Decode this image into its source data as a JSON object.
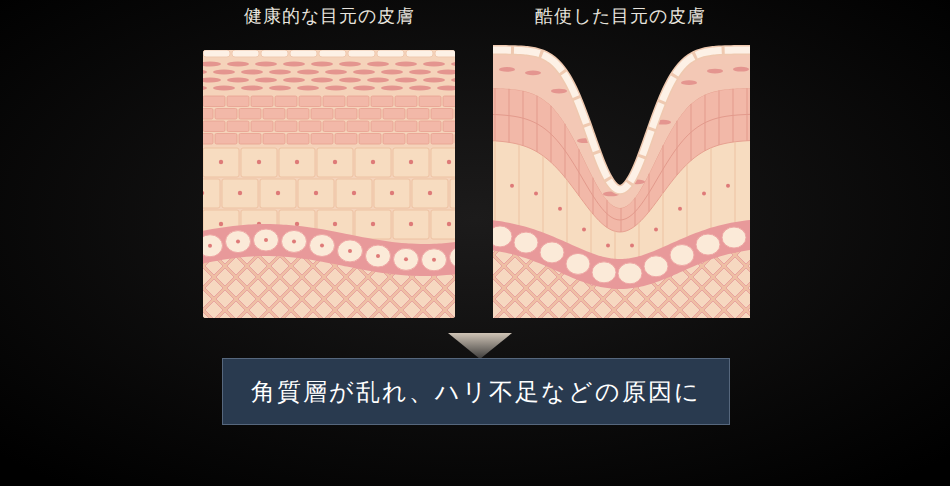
{
  "diagram": {
    "nodes": [
      {
        "text": [
          "角質層が乱れ、ハリ不足などの原因に"
        ]
      }
    ],
    "labels": [
      "健康的な目元の皮膚",
      "酷使した目元の皮膚"
    ]
  }
}
